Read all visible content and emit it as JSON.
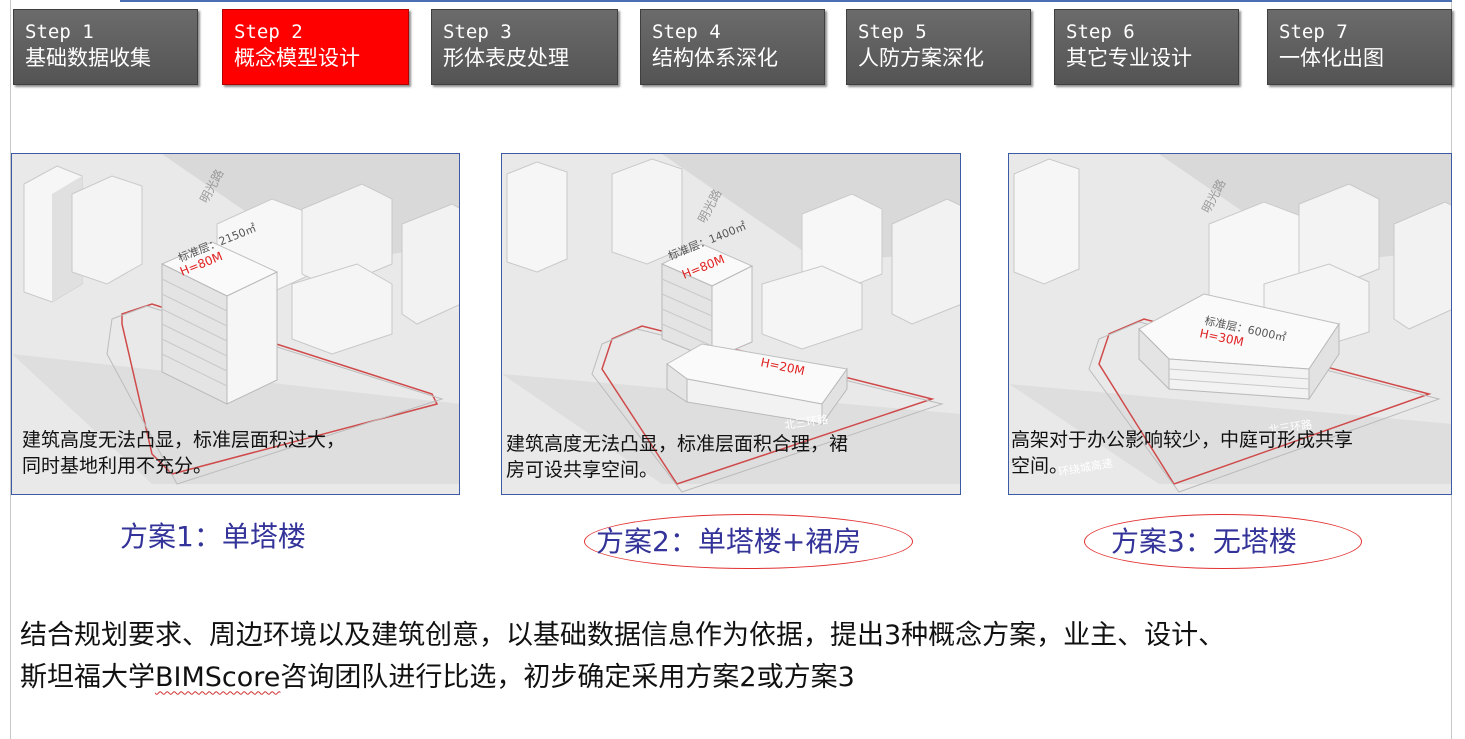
{
  "steps": [
    {
      "num": "Step 1",
      "name": "基础数据收集"
    },
    {
      "num": "Step 2",
      "name": "概念模型设计"
    },
    {
      "num": "Step 3",
      "name": "形体表皮处理"
    },
    {
      "num": "Step 4",
      "name": "结构体系深化"
    },
    {
      "num": "Step 5",
      "name": "人防方案深化"
    },
    {
      "num": "Step 6",
      "name": "其它专业设计"
    },
    {
      "num": "Step 7",
      "name": "一体化出图"
    }
  ],
  "colors": {
    "active_step": "#ff0000",
    "step": "#5e5e5e",
    "caption": "#333399",
    "highlight": "#e23030"
  },
  "schemes": [
    {
      "caption": "方案1：单塔楼",
      "desc_line1": "建筑高度无法凸显，标准层面积过大，",
      "desc_line2": "同时基地利用不充分。",
      "tower_area": "标准层：2150㎡",
      "tower_height": "H=80M",
      "road_label": "明光路"
    },
    {
      "caption": "方案2：单塔楼+裙房",
      "desc_line1": "建筑高度无法凸显，标准层面积合理，裙",
      "desc_line2": "房可设共享空间。",
      "tower_area": "标准层：1400㎡",
      "tower_height": "H=80M",
      "podium_height": "H=20M",
      "road_label": "明光路",
      "road_label2": "北三环路"
    },
    {
      "caption": "方案3：无塔楼",
      "desc_line1": "高架对于办公影响较少，中庭可形成共享",
      "desc_line2": "空间。",
      "tower_area": "标准层：6000㎡",
      "tower_height": "H=30M",
      "road_label": "明光路",
      "road_label2": "北三环路",
      "road_label3": "环绕城高速"
    }
  ],
  "summary": {
    "line1": "结合规划要求、周边环境以及建筑创意，以基础数据信息作为依据，提出3种概念方案，业主、设计、",
    "line2_pre": "斯坦福大学",
    "line2_mark": "BIMScore",
    "line2_post": "咨询团队进行比选，初步确定采用方案2或方案3"
  }
}
